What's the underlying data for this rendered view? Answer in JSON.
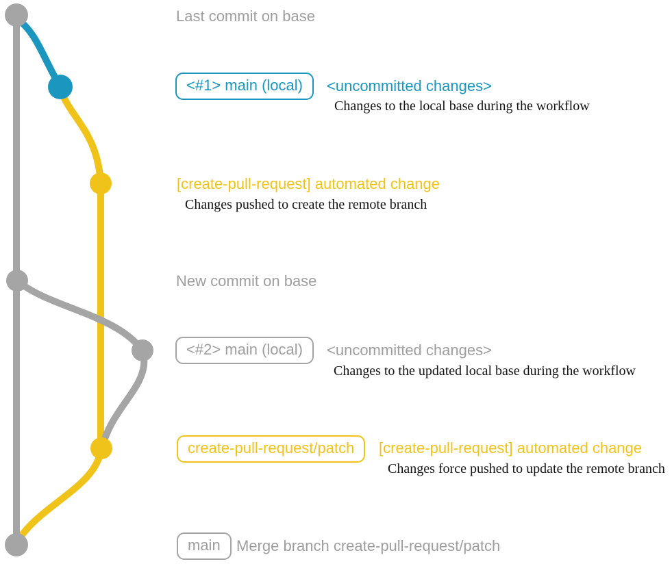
{
  "colors": {
    "gray": "#a5a5a5",
    "blue": "#1b97bf",
    "yellow": "#efc319",
    "text_gray": "#9e9e9e",
    "caption_black": "#141414"
  },
  "graph": {
    "branches": [
      {
        "name": "base",
        "color": "gray"
      },
      {
        "name": "main (local)",
        "color": "blue"
      },
      {
        "name": "create-pull-request/patch",
        "color": "yellow"
      }
    ],
    "commits": [
      {
        "id": "last-commit-on-base",
        "branch": "base",
        "color": "gray"
      },
      {
        "id": "main-local-1",
        "branch": "main (local)",
        "color": "blue"
      },
      {
        "id": "automated-change-1",
        "branch": "create-pull-request/patch",
        "color": "yellow"
      },
      {
        "id": "new-commit-on-base",
        "branch": "base",
        "color": "gray"
      },
      {
        "id": "main-local-2",
        "branch": "main (local)",
        "color": "gray"
      },
      {
        "id": "automated-change-2",
        "branch": "create-pull-request/patch",
        "color": "yellow"
      },
      {
        "id": "merge-commit",
        "branch": "base",
        "color": "gray"
      }
    ]
  },
  "annotations": {
    "last_commit": {
      "label": "Last commit on base"
    },
    "row1": {
      "badge": "<#1> main (local)",
      "title": "<uncommitted changes>",
      "caption": "Changes to the local base during the workflow"
    },
    "row2": {
      "title": "[create-pull-request] automated change",
      "caption": "Changes pushed to create the remote branch"
    },
    "new_commit": {
      "label": "New commit on base"
    },
    "row3": {
      "badge": "<#2> main (local)",
      "title": "<uncommitted changes>",
      "caption": "Changes to the updated local base during the workflow"
    },
    "row4": {
      "badge": "create-pull-request/patch",
      "title": "[create-pull-request] automated change",
      "caption": "Changes force pushed to update the remote branch"
    },
    "row5": {
      "badge": "main",
      "title": "Merge branch create-pull-request/patch"
    }
  }
}
